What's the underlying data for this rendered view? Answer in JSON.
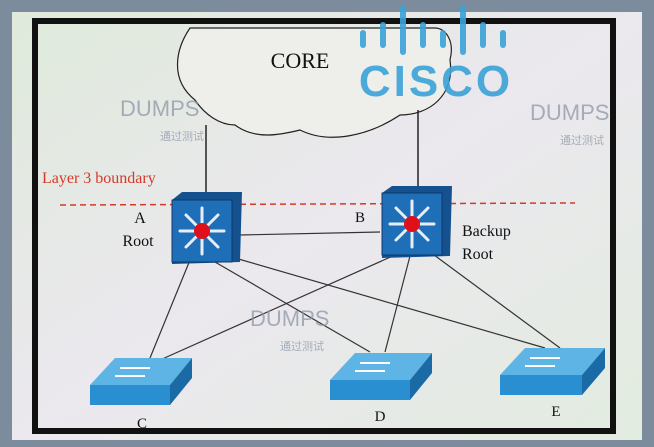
{
  "diagram": {
    "core_label": "CORE",
    "boundary_label": "Layer 3 boundary",
    "switches": {
      "a": {
        "label": "A",
        "role": "Root"
      },
      "b": {
        "label": "B",
        "role_line1": "Backup",
        "role_line2": "Root"
      },
      "c": {
        "label": "C"
      },
      "d": {
        "label": "D"
      },
      "e": {
        "label": "E"
      }
    },
    "colors": {
      "boundary": "#d43a2a",
      "switch": "#1f6fb8",
      "access_switch": "#2a8fd0",
      "root_dot": "#e0101a"
    }
  },
  "watermarks": {
    "brand": "DUMPS",
    "subtitle": "通过测试",
    "logo": "CISCO"
  }
}
